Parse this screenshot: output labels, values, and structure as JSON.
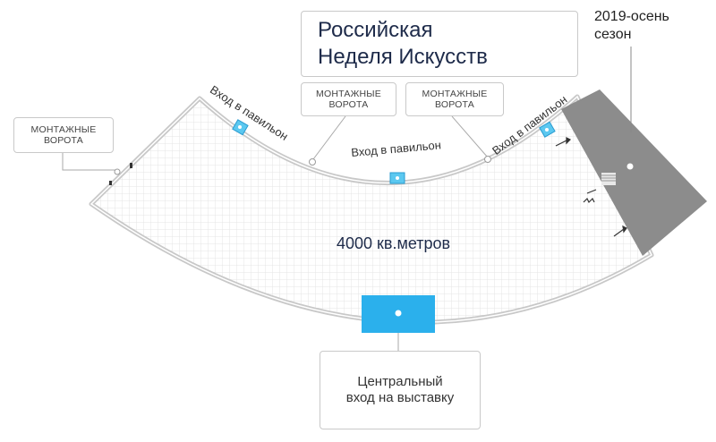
{
  "title": [
    "Российская",
    "Неделя Искусств"
  ],
  "season": [
    "2019-осень",
    "сезон"
  ],
  "area": "4000 кв.метров",
  "gates": [
    {
      "lines": [
        "МОНТАЖНЫЕ",
        "ВОРОТА"
      ]
    },
    {
      "lines": [
        "МОНТАЖНЫЕ",
        "ВОРОТА"
      ]
    },
    {
      "lines": [
        "МОНТАЖНЫЕ",
        "ВОРОТА"
      ]
    }
  ],
  "entries": [
    "Вход в павильон",
    "Вход в павильон",
    "Вход в павильон"
  ],
  "central_entrance": [
    "Центральный",
    "вход на выставку"
  ],
  "colors": {
    "entry_marker": "#5bc8f0",
    "central_entrance": "#2bb0ec",
    "service_block": "#8c8c8c",
    "hall_outline": "#c8c8c8",
    "grid": "#e2e2e2",
    "title_text": "#1e2b4a"
  }
}
